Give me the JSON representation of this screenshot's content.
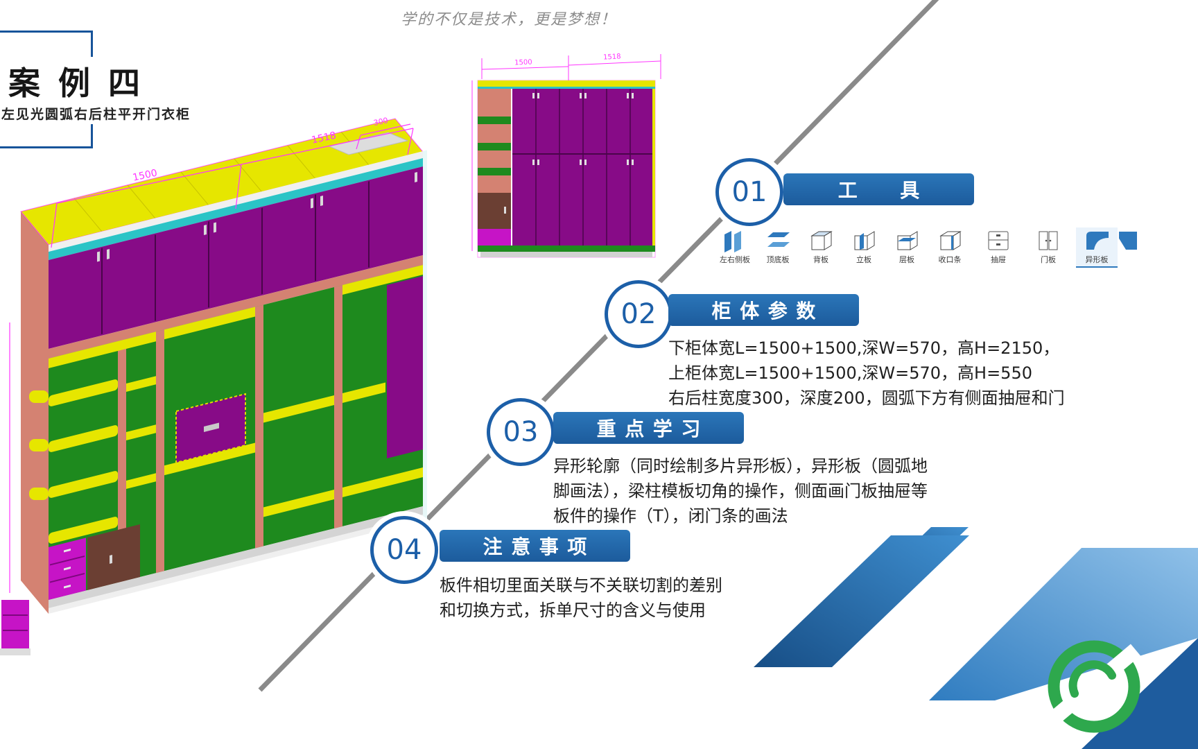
{
  "tagline": "学的不仅是技术，更是梦想！",
  "case_header": {
    "title": "案例四",
    "subtitle": "左见光圆弧右后柱平开门衣柜"
  },
  "sections": [
    {
      "number": "01",
      "title": "工具"
    },
    {
      "number": "02",
      "title": "柜体参数",
      "lines": [
        "下柜体宽L=1500+1500,深W=570，高H=2150，",
        "上柜体宽L=1500+1500,深W=570，高H=550",
        "右后柱宽度300，深度200，圆弧下方有侧面抽屉和门"
      ]
    },
    {
      "number": "03",
      "title": "重点学习",
      "lines": [
        "异形轮廓（同时绘制多片异形板），异形板（圆弧地",
        "脚画法），梁柱模板切角的操作，侧面画门板抽屉等",
        "板件的操作（T），闭门条的画法"
      ]
    },
    {
      "number": "04",
      "title": "注意事项",
      "lines": [
        "板件相切里面关联与不关联切割的差别",
        "和切换方式，拆单尺寸的含义与使用"
      ]
    }
  ],
  "toolbar": {
    "items": [
      {
        "label": "左右侧板",
        "icon": "side-panels-icon"
      },
      {
        "label": "顶底板",
        "icon": "top-bottom-panel-icon"
      },
      {
        "label": "背板",
        "icon": "back-panel-icon"
      },
      {
        "label": "立板",
        "icon": "vertical-panel-icon"
      },
      {
        "label": "层板",
        "icon": "shelf-panel-icon"
      },
      {
        "label": "收口条",
        "icon": "trim-strip-icon"
      },
      {
        "label": "抽屉",
        "icon": "drawer-icon"
      },
      {
        "label": "门板",
        "icon": "door-panel-icon"
      },
      {
        "label": "异形板",
        "icon": "shaped-panel-icon"
      }
    ]
  },
  "diagram": {
    "large_dimensions": [
      "1500",
      "1518",
      "300"
    ],
    "small_dimensions": [
      "1500",
      "1518"
    ]
  },
  "colors": {
    "accent_blue": "#1c5fa8",
    "banner_blue": "#2b76b9",
    "line_gray": "#8a8a8a",
    "dim_magenta": "#ff35ff",
    "wardrobe_purple": "#870b87",
    "wardrobe_yellow": "#e6e600",
    "wardrobe_green": "#1e8a1e",
    "wardrobe_salmon": "#d48272",
    "logo_green": "#2ea84d"
  }
}
